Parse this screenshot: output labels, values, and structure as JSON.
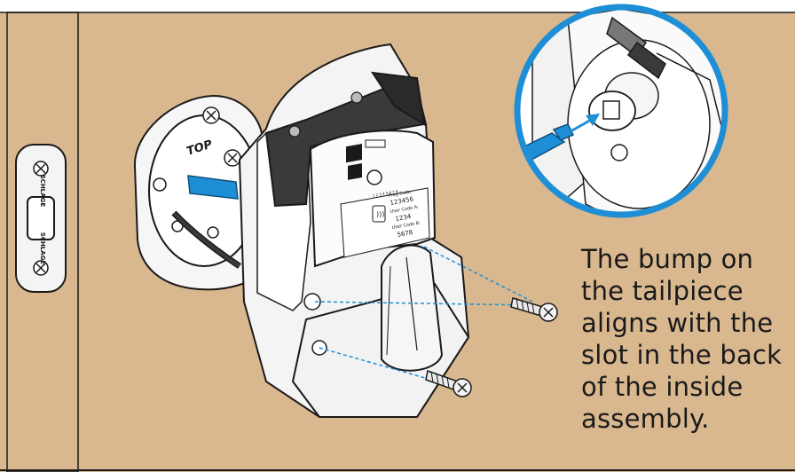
{
  "strike_plate": {
    "brand_top": "SCHLAGE",
    "brand_bottom": "SCHLAGE"
  },
  "mounting_plate": {
    "top_label": "TOP"
  },
  "label_sticker": {
    "prog_code_label": "Prog Code:",
    "prog_code": "123456",
    "user_code_a_label": "User Code A:",
    "user_code_a": "1234",
    "user_code_b_label": "User Code B:",
    "user_code_b": "5678",
    "small_code": "1 2 3 4 5 6 7 8"
  },
  "caption": {
    "lines": [
      "The bump on",
      "the tailpiece",
      "aligns with the",
      "slot in the back",
      "of the inside",
      "assembly."
    ]
  },
  "colors": {
    "wall": "#d9b88f",
    "door_edge": "#ffffff",
    "tailpiece_blue": "#1e8fd6",
    "zoom_ring": "#1e8fd6",
    "battery_cover": "#3a3a3a",
    "outline": "#1a1a1a"
  }
}
